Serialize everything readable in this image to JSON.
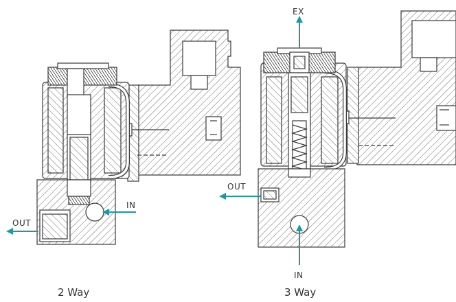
{
  "colors": {
    "arrow": "#1a9aa6",
    "line": "#3a3a3a",
    "hatch": "#6a6a6a",
    "text": "#333333"
  },
  "left_valve": {
    "caption": "2 Way",
    "in_label": "IN",
    "out_label": "OUT"
  },
  "right_valve": {
    "caption": "3 Way",
    "ex_label": "EX",
    "out_label": "OUT",
    "in_label": "IN"
  }
}
